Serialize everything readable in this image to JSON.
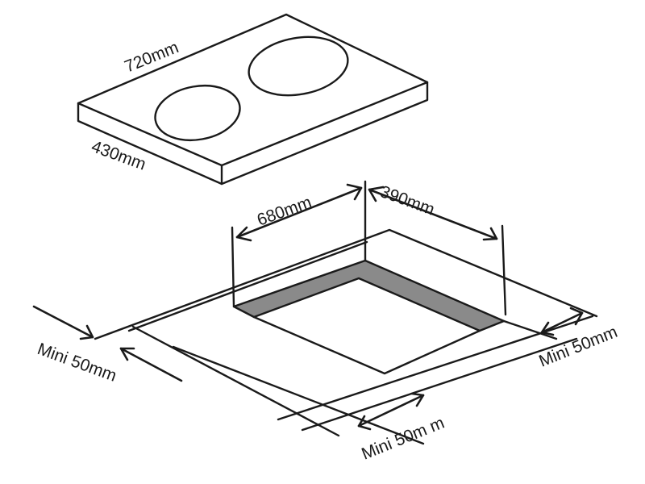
{
  "labels": {
    "cooktop_width": "720mm",
    "cooktop_depth": "430mm",
    "cutout_width": "680mm",
    "cutout_depth": "390mm",
    "clearance_left": "Mini 50mm",
    "clearance_right": "Mini 50mm",
    "clearance_front": "Mini 50m m"
  },
  "colors": {
    "line": "#1a1a1a",
    "cutout_edge": "#8a8a8a"
  }
}
